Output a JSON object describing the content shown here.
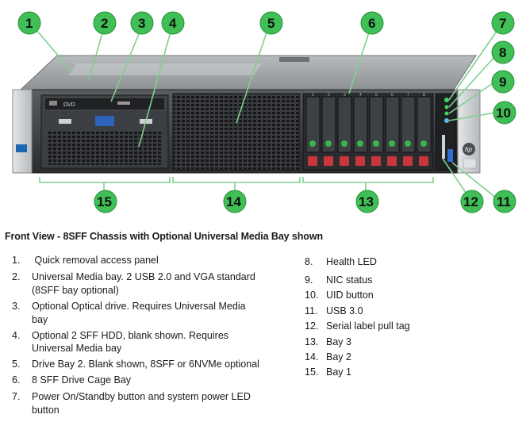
{
  "figure": {
    "callouts": [
      "1",
      "2",
      "3",
      "4",
      "5",
      "6",
      "7",
      "8",
      "9",
      "10",
      "11",
      "12",
      "13",
      "14",
      "15"
    ],
    "drive_labels": [
      "1",
      "2",
      "3",
      "4",
      "5",
      "6",
      "7",
      "8"
    ]
  },
  "caption": "Front View - 8SFF Chassis with Optional Universal Media Bay shown",
  "legend_left": [
    {
      "num": "1.",
      "text": " Quick removal access panel"
    },
    {
      "num": "2.",
      "text": "Universal Media bay. 2 USB 2.0 and VGA standard"
    },
    {
      "num": "",
      "text": "(8SFF bay optional)"
    },
    {
      "num": "3.",
      "text": "Optional Optical drive. Requires Universal Media"
    },
    {
      "num": "",
      "text": "bay"
    },
    {
      "num": "4.",
      "text": "Optional 2 SFF HDD, blank shown. Requires"
    },
    {
      "num": "",
      "text": "Universal Media bay"
    },
    {
      "num": "5.",
      "text": "Drive Bay 2. Blank shown, 8SFF or 6NVMe optional"
    },
    {
      "num": "6.",
      "text": "8 SFF Drive Cage Bay"
    },
    {
      "num": "7.",
      "text": "Power On/Standby button and system power LED"
    },
    {
      "num": "",
      "text": "button"
    }
  ],
  "legend_right": [
    {
      "num": "8.",
      "text": "Health LED"
    },
    {
      "num": "9.",
      "text": "NIC status"
    },
    {
      "num": "10.",
      "text": "UID button"
    },
    {
      "num": "11.",
      "text": "USB 3.0"
    },
    {
      "num": "12.",
      "text": "Serial label pull tag"
    },
    {
      "num": "13.",
      "text": "Bay 3"
    },
    {
      "num": "14.",
      "text": "Bay 2"
    },
    {
      "num": "15.",
      "text": "Bay 1"
    }
  ]
}
